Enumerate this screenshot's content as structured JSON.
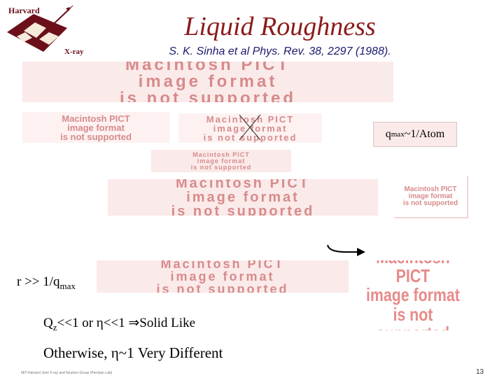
{
  "logo": {
    "top_text": "Harvard",
    "bottom_text": "X-ray",
    "colors": {
      "maroon": "#6b0f1a",
      "cream": "#f5eadc"
    }
  },
  "title": "Liquid Roughness",
  "subtitle": "S. K. Sinha et al Phys. Rev. 38, 2297 (1988).",
  "pict_placeholders": [
    {
      "lines": [
        "Macintosh PICT",
        "image format",
        "is not supported"
      ]
    },
    {
      "lines": [
        "Macintosh PICT",
        "image format",
        "is not supported"
      ]
    },
    {
      "lines": [
        "Macintosh PICT",
        "image format",
        "is not supported"
      ]
    },
    {
      "lines": [
        "Macintosh PICT",
        "image format",
        "is not supported"
      ]
    },
    {
      "lines": [
        "Macintosh PICT",
        "image format",
        "is not supported"
      ]
    },
    {
      "lines": [
        "Macintosh PICT",
        "image format",
        "is not supported"
      ]
    },
    {
      "lines": [
        "Macintosh PICT",
        "image format",
        "is not supported"
      ]
    },
    {
      "lines": [
        "Macintosh PICT",
        "image format",
        "is not supported"
      ]
    }
  ],
  "qmax_box": {
    "q": "q",
    "sub": "max",
    "rest": "~1/Atom"
  },
  "r_text": {
    "main": "r >> 1/q",
    "sub": "max"
  },
  "qz_line": {
    "q": "Q",
    "sub": "z",
    "rest": "<<1  or  η<<1 ⇒Solid Like"
  },
  "otherwise_line": "Otherwise,  η~1   Very Different",
  "footer": "MIT-Harvard Joint X-ray and Neutron Group (Pershan Lab)",
  "page_number": "13",
  "colors": {
    "title": "#8b1a1a",
    "subtitle": "#1a1a6e",
    "pict_text": "#d68b8b",
    "pict_bg": "#fbeaea"
  }
}
